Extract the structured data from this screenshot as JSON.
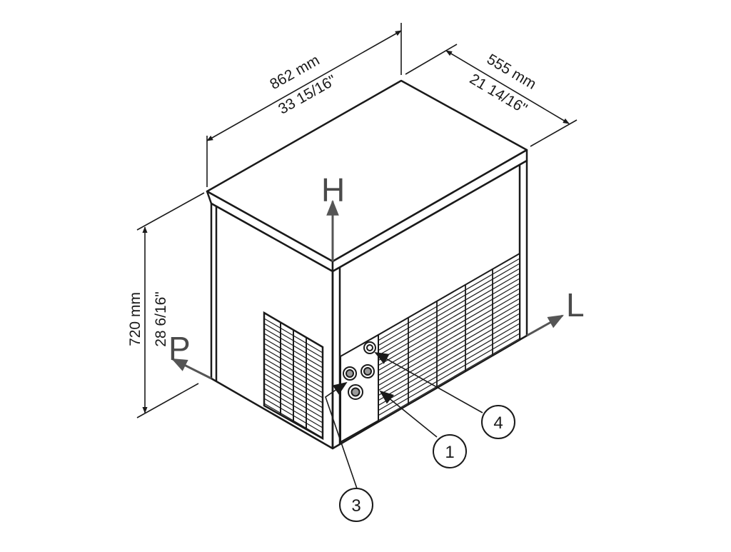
{
  "dimensions": {
    "width": {
      "mm": "862 mm",
      "inch": "33 15/16\""
    },
    "depth": {
      "mm": "555 mm",
      "inch": "21 14/16\""
    },
    "height": {
      "mm": "720 mm",
      "inch": "28 6/16\""
    }
  },
  "axes": {
    "height": "H",
    "length": "L",
    "depth": "P"
  },
  "callouts": [
    "1",
    "3",
    "4"
  ],
  "colors": {
    "line": "#1a1a1a",
    "axis": "#555555",
    "fill": "#ffffff"
  }
}
